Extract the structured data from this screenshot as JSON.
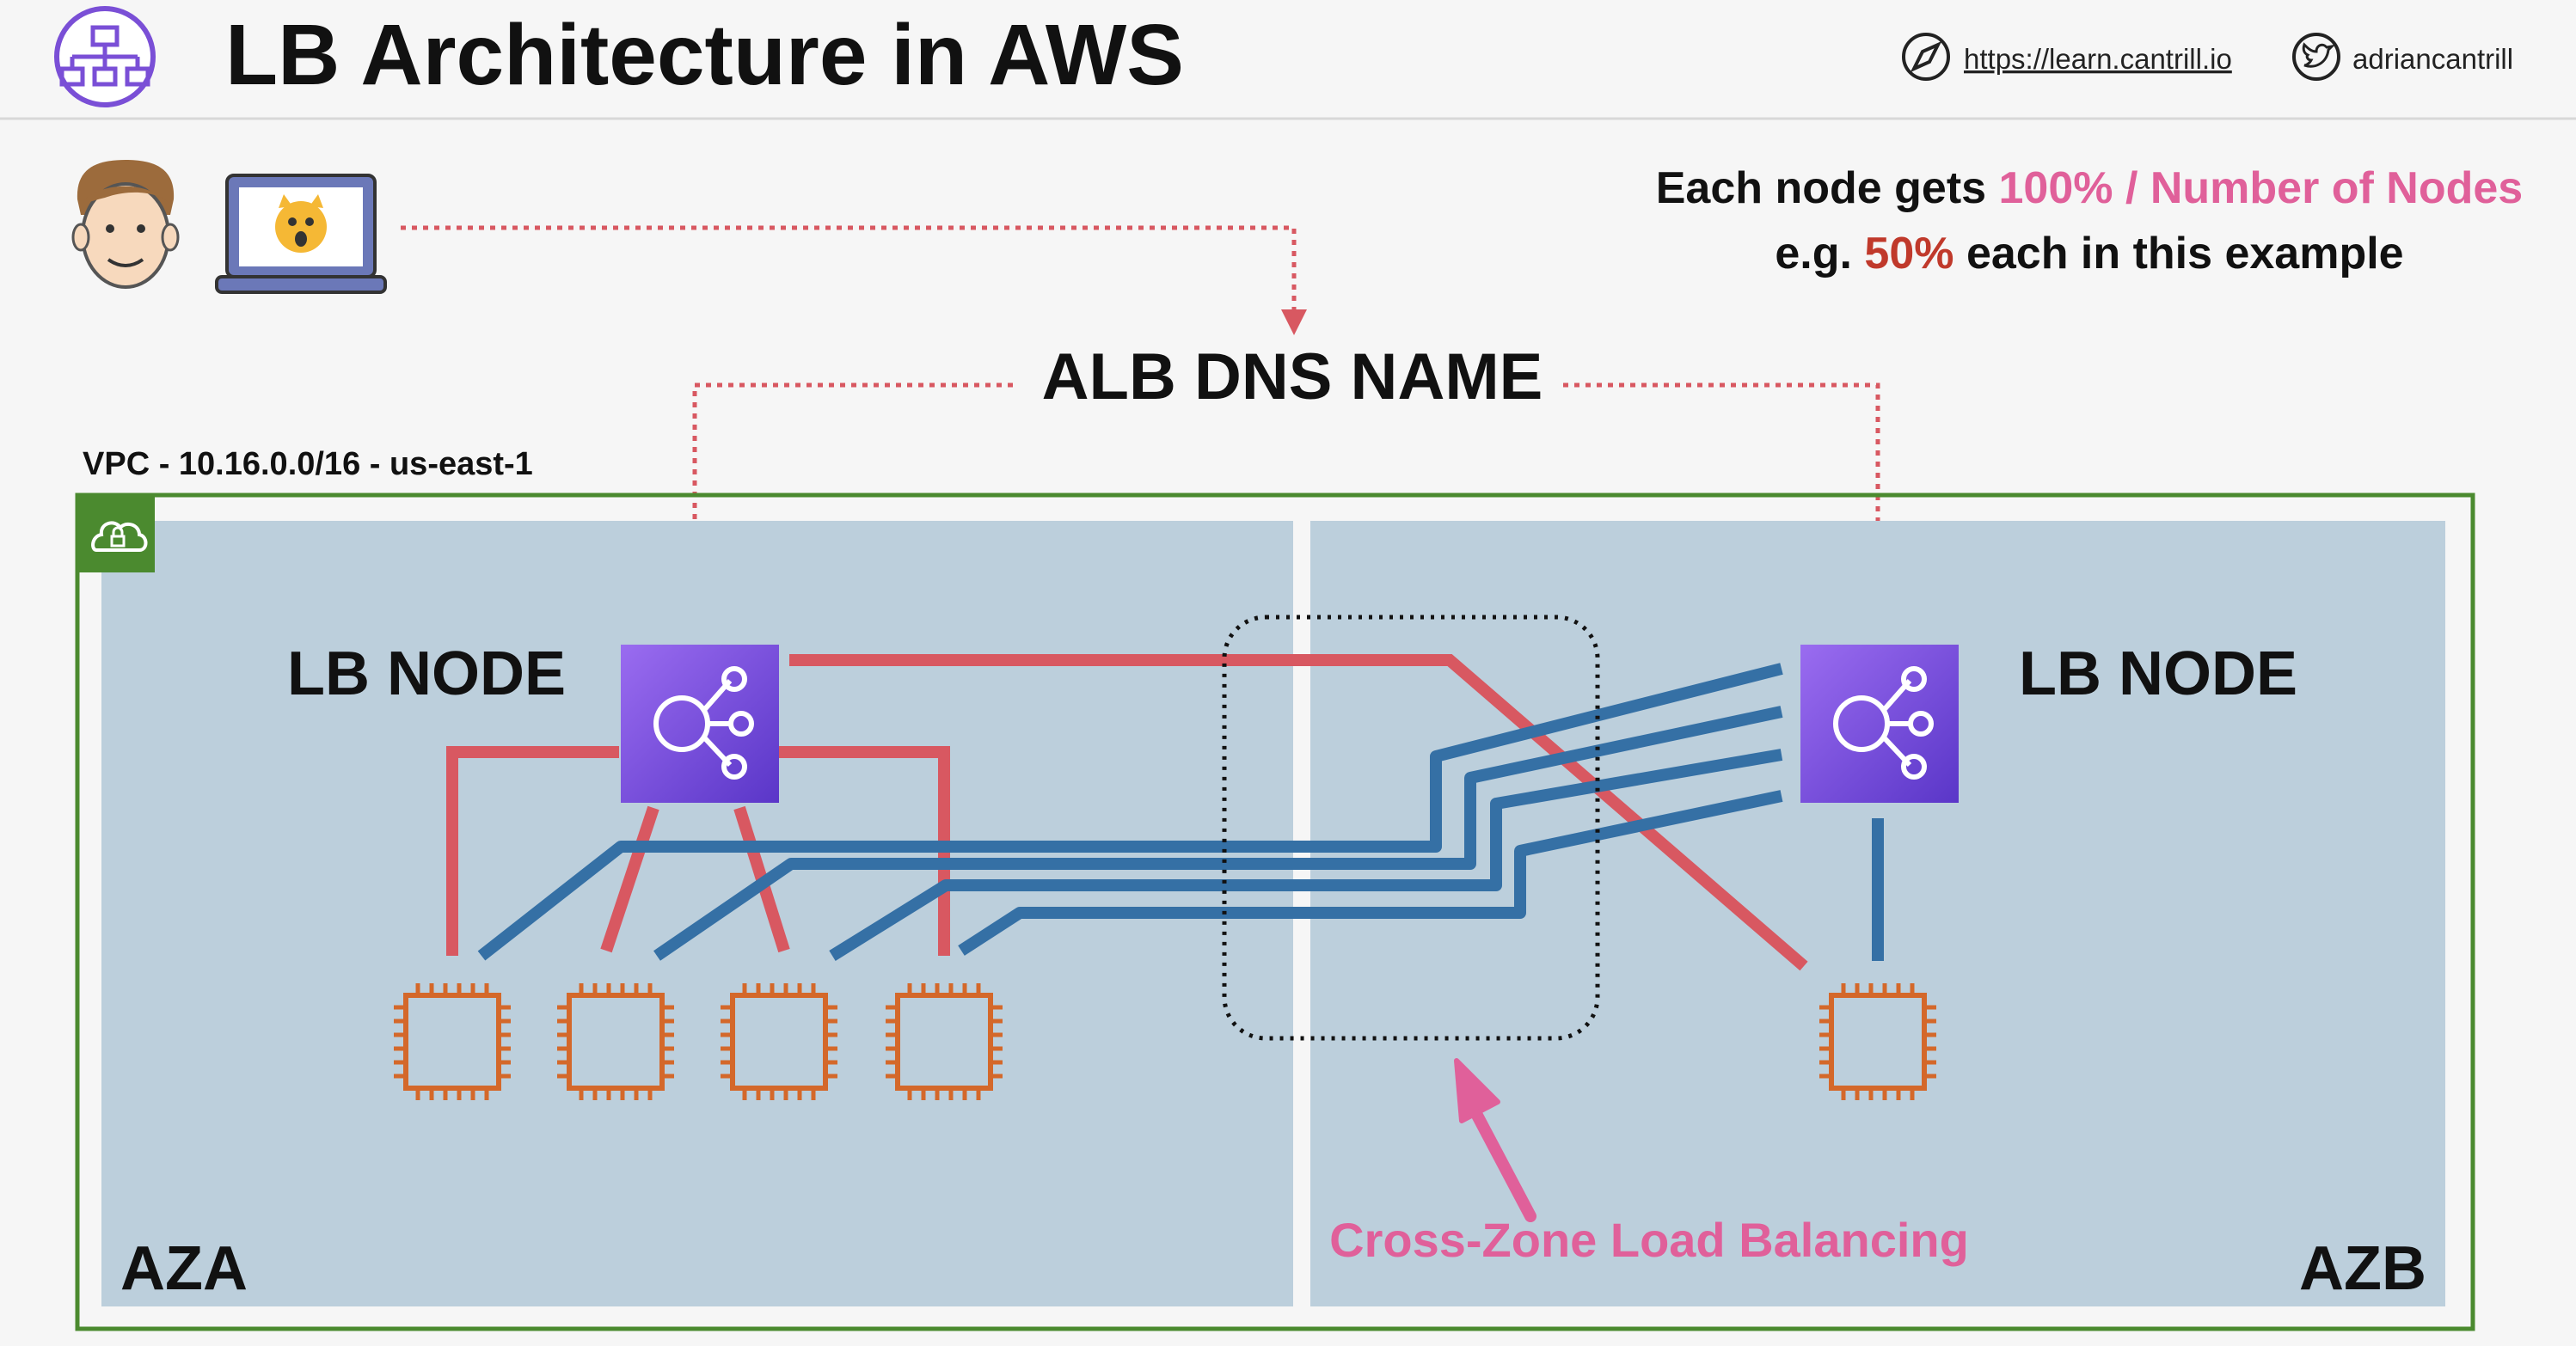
{
  "header": {
    "title": "LB Architecture in AWS",
    "link_text": "https://learn.cantrill.io",
    "handle": "adriancantrill"
  },
  "note": {
    "line1_prefix": "Each node gets ",
    "line1_highlight": "100% / Number of Nodes",
    "line2_prefix": "e.g. ",
    "line2_highlight": "50%",
    "line2_suffix": " each in this example"
  },
  "dns": {
    "label": "ALB DNS NAME"
  },
  "vpc": {
    "label": "VPC - 10.16.0.0/16 - us-east-1"
  },
  "zones": [
    {
      "label": "AZA",
      "node_label": "LB NODE"
    },
    {
      "label": "AZB",
      "node_label": "LB NODE"
    }
  ],
  "callout": {
    "label": "Cross-Zone Load Balancing"
  },
  "colors": {
    "pink": "#e0609a",
    "red_highlight": "#c0392b",
    "link_red": "#d85861",
    "link_blue": "#3570a5",
    "instance_orange": "#d4682a",
    "vpc_green": "#4b8a2f",
    "az_fill": "#bccfdc",
    "lb_purple": "#7a4fd6"
  },
  "icons": [
    "diagram-icon",
    "compass-icon",
    "twitter-icon",
    "user-avatar",
    "laptop-icon",
    "vpc-lock-cloud-icon",
    "load-balancer-icon",
    "ec2-instance-icon"
  ]
}
